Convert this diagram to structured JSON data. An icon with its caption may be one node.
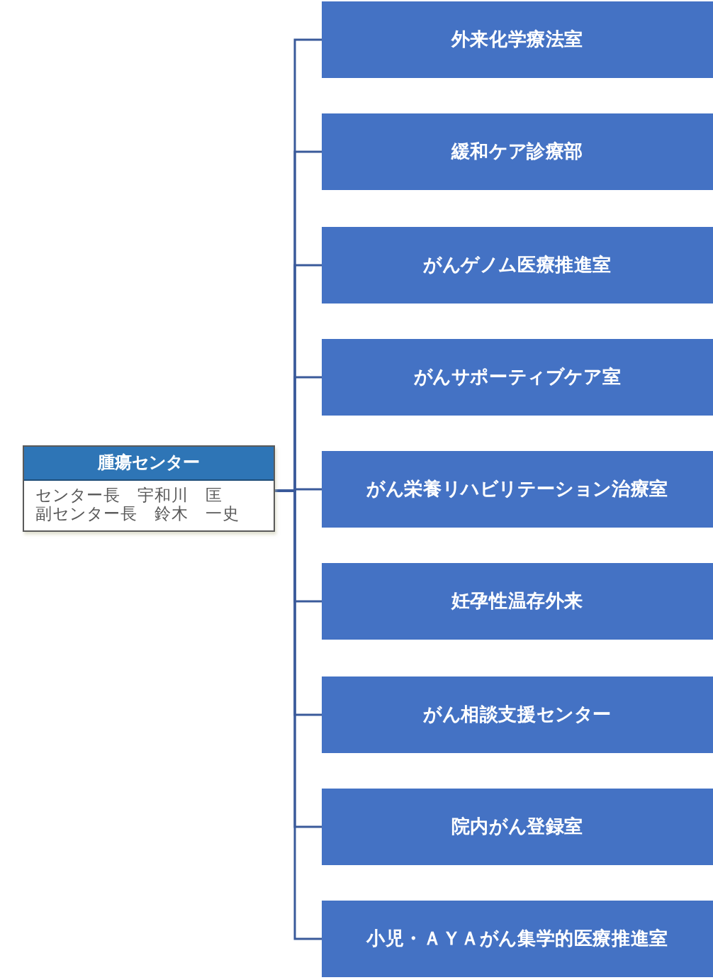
{
  "diagram": {
    "nodes": [
      {
        "text": [
          "腫瘍センター",
          "センター長　宇和川　匡",
          "副センター長　鈴木　一史"
        ]
      },
      {
        "text": [
          "外来化学療法室"
        ]
      },
      {
        "text": [
          "緩和ケア診療部"
        ]
      },
      {
        "text": [
          "がんゲノム医療推進室"
        ]
      },
      {
        "text": [
          "がんサポーティブケア室"
        ]
      },
      {
        "text": [
          "がん栄養リハビリテーション治療室"
        ]
      },
      {
        "text": [
          "妊孕性温存外来"
        ]
      },
      {
        "text": [
          "がん相談支援センター"
        ]
      },
      {
        "text": [
          "院内がん登録室"
        ]
      },
      {
        "text": [
          "小児・ＡＹＡがん集学的医療推進室"
        ]
      }
    ],
    "edges": [
      {
        "from": 0,
        "to": 1,
        "arrow": "none"
      },
      {
        "from": 0,
        "to": 2,
        "arrow": "none"
      },
      {
        "from": 0,
        "to": 3,
        "arrow": "none"
      },
      {
        "from": 0,
        "to": 4,
        "arrow": "none"
      },
      {
        "from": 0,
        "to": 5,
        "arrow": "none"
      },
      {
        "from": 0,
        "to": 6,
        "arrow": "none"
      },
      {
        "from": 0,
        "to": 7,
        "arrow": "none"
      },
      {
        "from": 0,
        "to": 8,
        "arrow": "none"
      },
      {
        "from": 0,
        "to": 9,
        "arrow": "none"
      }
    ]
  }
}
